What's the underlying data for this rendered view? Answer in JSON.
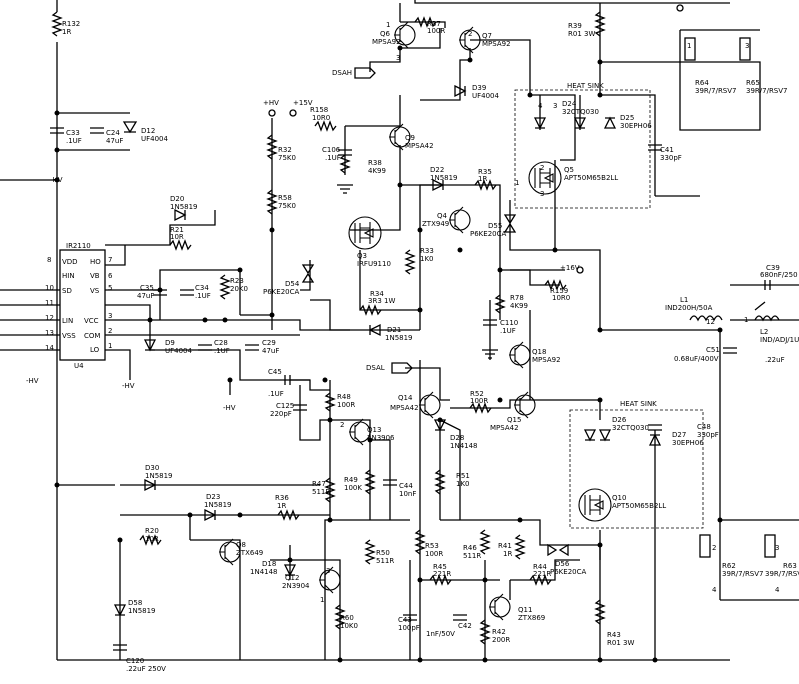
{
  "labels": {
    "r132": "R132",
    "r132v": "1R",
    "q8": "Q6",
    "q8p": "MPSA92",
    "r37": "R37",
    "r37v": "100R",
    "q7": "Q7",
    "q7p": "MPSA92",
    "r39": "R39",
    "r39v": "R01 3W",
    "dsah": "DSAH",
    "d39": "D39",
    "d39p": "UF4004",
    "heatsink1": "HEAT SINK",
    "d24": "D24",
    "d24p": "32CTQ030",
    "d25": "D25",
    "d25p": "30EPH06",
    "r64": "R64",
    "r64v": "39R/7/RSV7",
    "r65": "R65",
    "r65v": "39R/7/RSV7",
    "c33": "C33",
    "c33v": ".1UF",
    "c24": "C24",
    "c24v": "47uF",
    "d12": "D12",
    "d12p": "UF4004",
    "hv": "+HV",
    "r158": "R158",
    "r158v": "10R0",
    "v15": "+15V",
    "q9": "Q9",
    "q9p": "MPSA42",
    "r32": "R32",
    "r32v": "75K0",
    "c106": "C106",
    "c106v": ".1UF",
    "r38": "R38",
    "r38v": "4K99",
    "d22": "D22",
    "d22p": "1N5819",
    "r35": "R35",
    "r35v": "1R",
    "q5": "Q5",
    "q5p": "APT50M65B2LL",
    "c41": "C41",
    "c41v": "330pF",
    "minushv": "-HV",
    "r58": "R58",
    "r58v": "75K0",
    "d20": "D20",
    "d20p": "1N5819",
    "q4": "Q4",
    "q4p": "ZTX949",
    "d55": "D55",
    "d55p": "P6KE20CA",
    "r21": "R21",
    "r21v": "10R",
    "q3": "Q3",
    "q3p": "IRFU9110",
    "u4name": "IR2110",
    "u4": "U4",
    "pin_ho": "HO",
    "pin_vdd": "VDD",
    "pin_vb": "VB",
    "pin_hin": "HIN",
    "pin_vs": "VS",
    "pin_sd": "SD",
    "pin_lin": "LIN",
    "pin_vcc": "VCC",
    "pin_vss": "VSS",
    "pin_com": "COM",
    "pin_lo": "LO",
    "p8": "8",
    "p7": "7",
    "p10": "10",
    "p6": "6",
    "p11": "11",
    "p5": "5",
    "p12": "12",
    "p3": "3",
    "p13": "13",
    "p2": "2",
    "p14": "14",
    "p1": "1",
    "c35": "C35",
    "c35v": "47uF",
    "c34": "C34",
    "c34v": ".1UF",
    "r23": "R23",
    "r23v": "20K0",
    "d54": "D54",
    "d54p": "P6KE20CA",
    "r33": "R33",
    "r33v": "1K0",
    "r34": "R34",
    "r34v": "3R3 1W",
    "d21": "D21",
    "d21p": "1N5819",
    "v16": "+16V",
    "r78": "R78",
    "r78v": "4K99",
    "r159": "R159",
    "r159v": "10R0",
    "c110": "C110",
    "c110v": ".1UF",
    "q18": "Q18",
    "q18p": "MPSA92",
    "l1": "L1",
    "l1v": "IND200H/50A",
    "c51": "C51",
    "c51v": "0.68uF/400V",
    "c39": "C39",
    "c39v": "680nF/250",
    "l2": "L2",
    "l2v": "IND/ADJ/1U",
    "c_22": ".22uF",
    "d9": "D9",
    "d9p": "UF4004",
    "c28": "C28",
    "c28v": ".1UF",
    "c29": "C29",
    "c29v": "47uF",
    "c45": "C45",
    "c45v": ".1UF",
    "c125": "C125",
    "c125v": "220pF",
    "r48": "R48",
    "r48v": "100R",
    "dsal": "DSAL",
    "q14": "Q14",
    "q14p": "MPSA42",
    "r52": "R52",
    "r52v": "100R",
    "q15": "Q15",
    "q15p": "MPSA42",
    "heatsink2": "HEAT SINK",
    "d26": "D26",
    "d26p": "32CTQ030",
    "d27": "D27",
    "d27p": "30EPH06",
    "c48": "C48",
    "c48v": "330pF",
    "q13": "Q13",
    "q13p": "2N3906",
    "d28": "D28",
    "d28p": "1N4148",
    "d30": "D30",
    "d30p": "1N5819",
    "r47": "R47",
    "r47v": "511R",
    "r49": "R49",
    "r49v": "100K",
    "c44": "C44",
    "c44v": "10nF",
    "r51": "R51",
    "r51v": "1K0",
    "q10": "Q10",
    "q10p": "APT50M65B2LL",
    "d23": "D23",
    "d23p": "1N5819",
    "r36": "R36",
    "r36v": "1R",
    "r20": "R20",
    "r20v": "10R",
    "q8b": "Q8",
    "q8bp": "ZTX649",
    "d18": "D18",
    "d18p": "1N4148",
    "r50": "R50",
    "r50v": "511R",
    "r53": "R53",
    "r53v": "100R",
    "r46": "R46",
    "r46v": "511R",
    "r41": "R41",
    "r41v": "1R",
    "d56": "D56",
    "d56p": "P6KE20CA",
    "r45": "R45",
    "r45v": "221R",
    "r44": "R44",
    "r44v": "221R",
    "q12": "Q12",
    "q12p": "2N3904",
    "r60": "R60",
    "r60v": "10K0",
    "c43": "C43",
    "c43v": "100pF",
    "c42": "C42",
    "c42v": "1nF/50V",
    "q11": "Q11",
    "q11p": "ZTX869",
    "r42": "R42",
    "r42v": "200R",
    "r43": "R43",
    "r43v": "R01 3W",
    "r62": "R62",
    "r62v": "39R/7/RSV7",
    "r63": "R63",
    "r63v": "39R/7/RSV7",
    "d58": "D58",
    "d58p": "1N5819",
    "c120": "C120",
    "c120v": ".22uF 250V",
    "n1": "1",
    "n2": "2",
    "n3": "3",
    "n4": "4",
    "n12": "12"
  }
}
